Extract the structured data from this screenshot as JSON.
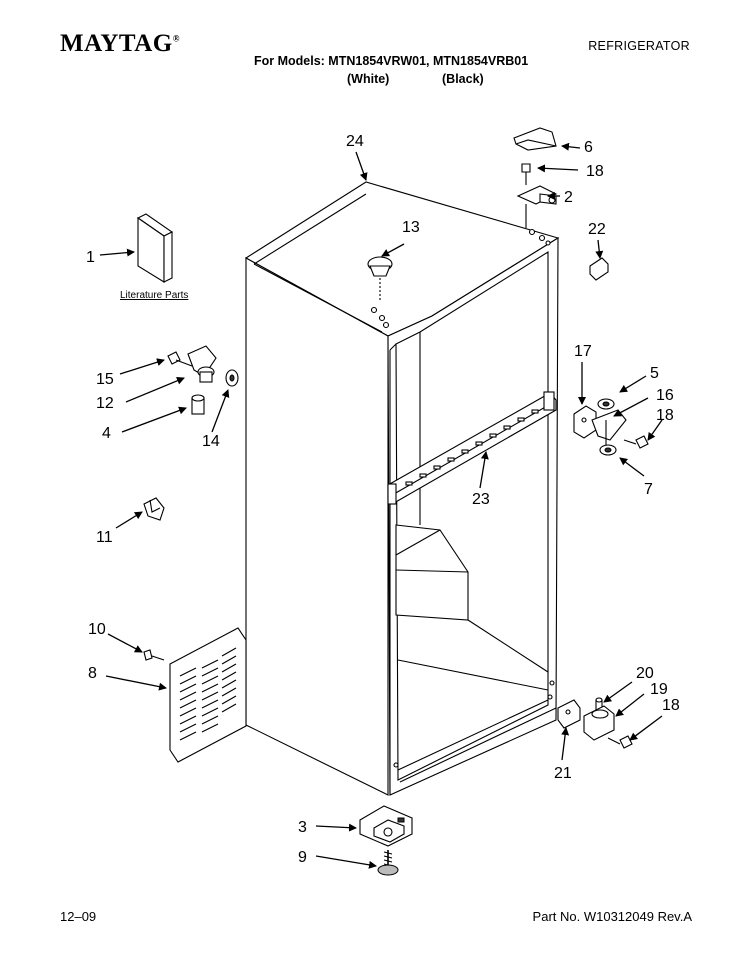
{
  "header": {
    "brand": "MAYTAG",
    "brand_mark": "®",
    "category": "REFRIGERATOR",
    "models_line": "For Models: MTN1854VRW01, MTN1854VRB01",
    "variant_white": "(White)",
    "variant_black": "(Black)"
  },
  "diagram": {
    "literature_label": "Literature Parts",
    "callouts": {
      "c1": "1",
      "c2": "2",
      "c3": "3",
      "c4": "4",
      "c5": "5",
      "c6": "6",
      "c7": "7",
      "c8": "8",
      "c9": "9",
      "c10": "10",
      "c11": "11",
      "c12": "12",
      "c13": "13",
      "c14": "14",
      "c15": "15",
      "c16": "16",
      "c17": "17",
      "c18a": "18",
      "c18b": "18",
      "c18c": "18",
      "c19": "19",
      "c20": "20",
      "c21": "21",
      "c22": "22",
      "c23": "23",
      "c24": "24"
    }
  },
  "footer": {
    "date": "12–09",
    "part_no": "Part No. W10312049 Rev.A"
  }
}
